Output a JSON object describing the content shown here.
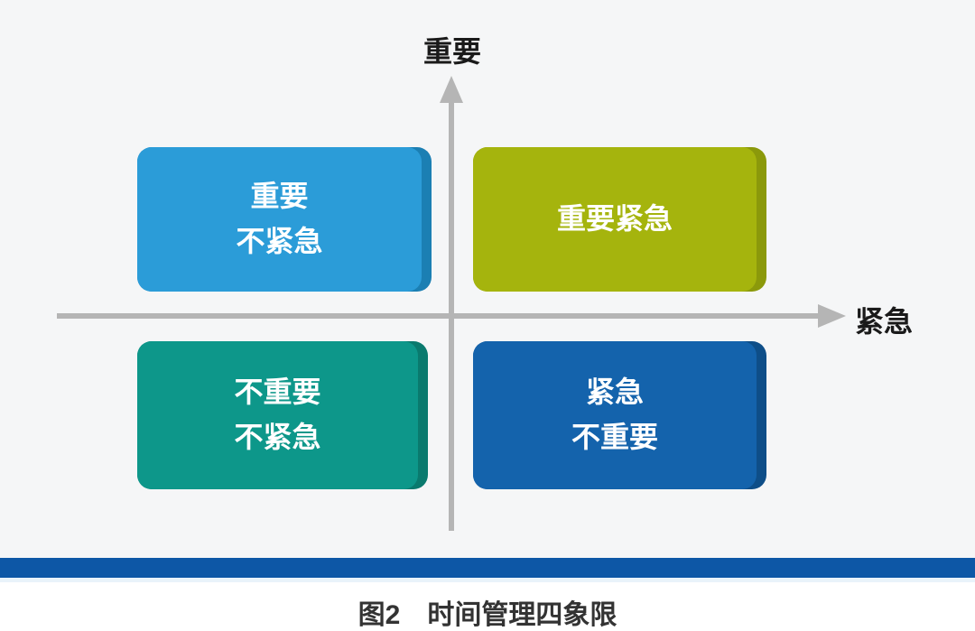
{
  "axes": {
    "y_label": "重要",
    "x_label": "紧急",
    "line_color": "#b5b5b5",
    "label_color": "#1a1a1a"
  },
  "quadrants": {
    "top_left": {
      "name": "important-not-urgent",
      "lines": {
        "line1": "重要",
        "line2": "不紧急"
      },
      "fill_color": "#2b9cd8",
      "edge_color": "#1b7fb3",
      "text_color": "#ffffff"
    },
    "top_right": {
      "name": "important-urgent",
      "lines": {
        "line1": "重要紧急"
      },
      "fill_color": "#a5b40d",
      "edge_color": "#8b990b",
      "text_color": "#ffffff"
    },
    "bottom_left": {
      "name": "not-important-not-urgent",
      "lines": {
        "line1": "不重要",
        "line2": "不紧急"
      },
      "fill_color": "#0d978a",
      "edge_color": "#0a7a6e",
      "text_color": "#ffffff"
    },
    "bottom_right": {
      "name": "urgent-not-important",
      "lines": {
        "line1": "紧急",
        "line2": "不重要"
      },
      "fill_color": "#1463ac",
      "edge_color": "#0e4e88",
      "text_color": "#ffffff"
    }
  },
  "footer": {
    "bar_color": "#0d57a6",
    "caption_prefix": "图2",
    "caption_title": "时间管理四象限"
  },
  "background_color": "#f5f6f7"
}
